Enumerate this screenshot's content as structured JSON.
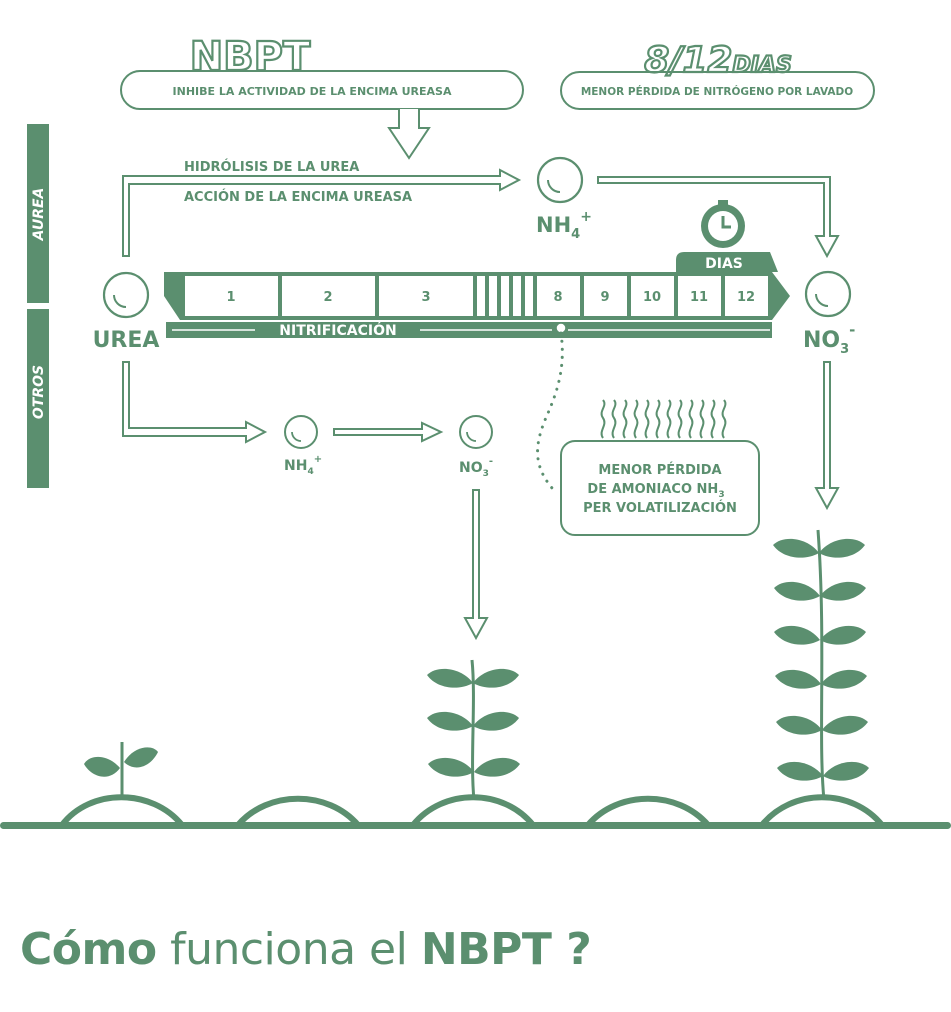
{
  "colors": {
    "green": "#5b8f6f",
    "white": "#ffffff"
  },
  "nbpt": {
    "title": "NBPT",
    "description": "INHIBE LA ACTIVIDAD DE LA ENCIMA UREASA"
  },
  "days": {
    "title_number": "8/12",
    "title_unit": "DIAS",
    "description": "MENOR PÉRDIDA DE NITRÓGENO POR LAVADO"
  },
  "side_labels": {
    "aurea": "AUREA",
    "otros": "OTROS"
  },
  "process": {
    "line1": "HIDRÓLISIS DE LA UREA",
    "line2": "ACCIÓN DE LA ENCIMA UREASA"
  },
  "nodes": {
    "urea": "UREA",
    "nh4": "NH",
    "nh4_sub": "4",
    "nh4_sup": "+",
    "no3": "NO",
    "no3_sub": "3",
    "no3_sup": "-"
  },
  "timeline": {
    "days_label": "DIAS",
    "clock_icon": "clock-icon",
    "cells": [
      "1",
      "2",
      "3",
      "8",
      "9",
      "10",
      "11",
      "12"
    ],
    "bar_label": "NITRIFICACIÓN"
  },
  "ammonia": {
    "line1": "MENOR PÉRDIDA",
    "line2": "DE AMONIACO NH",
    "line2_sub": "3",
    "line3": "PER VOLATILIZACIÓN"
  },
  "caption": {
    "part1": "Cómo",
    "part2": " funciona el ",
    "part3": "NBPT",
    "part4": " ?"
  }
}
